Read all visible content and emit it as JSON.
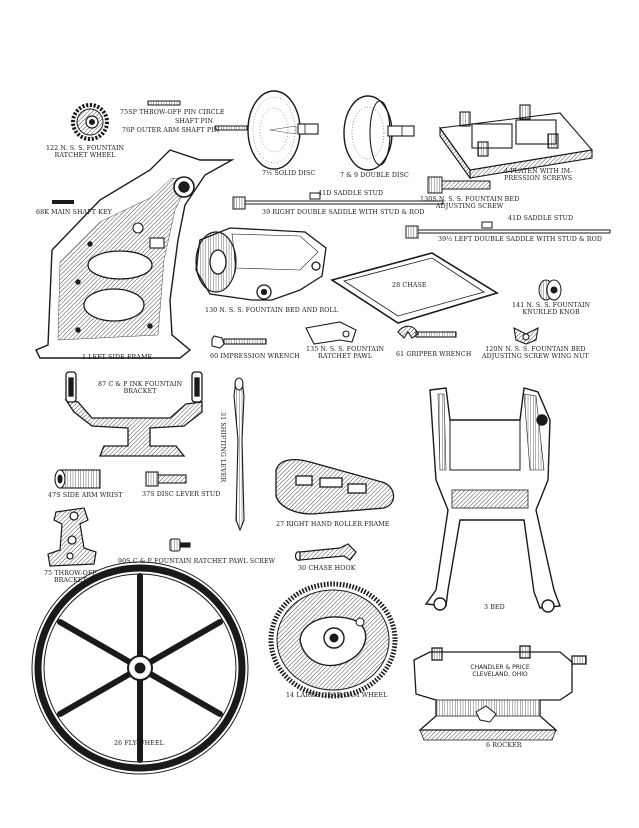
{
  "colors": {
    "ink": "#1a1a1a",
    "paper": "#ffffff"
  },
  "parts": {
    "ratchet_wheel": [
      "122 N. S. S. FOUNTAIN",
      "RATCHET WHEEL"
    ],
    "throw_off_pin": "75SP THROW-OFF PIN CIRCLE",
    "shaft_pin": "SHAFT PIN",
    "outer_arm_shaft_pin": "76P OUTER ARM  SHAFT PIN",
    "solid_disc": "7½ SOLID DISC",
    "double_disc": "7 & 9 DOUBLE DISC",
    "platen": [
      "4 PLATEN WITH IM-",
      "PRESSION SCREWS"
    ],
    "main_shaft_key": "68K MAIN SHAFT KEY",
    "saddle_stud_right": "41D SADDLE STUD",
    "right_double_saddle": "39 RIGHT DOUBLE SADDLE WITH STUD & ROD",
    "bed_adjusting_screw": [
      "130S N. S. S. FOUNTAIN BED",
      "ADJUSTING SCREW"
    ],
    "saddle_stud_left": "41D SADDLE STUD",
    "left_double_saddle": "39½ LEFT DOUBLE SADDLE WITH STUD & ROD",
    "chase": "28 CHASE",
    "knurled_knob": [
      "141 N. S. S. FOUNTAIN",
      "KNURLED KNOB"
    ],
    "fountain_bed_roll": "130 N. S. S. FOUNTAIN BED AND ROLL",
    "left_side_frame": "1 LEFT SIDE FRAME",
    "impression_wrench": "60 IMPRESSION WRENCH",
    "ratchet_pawl": [
      "135 N. S. S. FOUNTAIN",
      "RATCHET PAWL"
    ],
    "gripper_wrench": "61 GRIPPER WRENCH",
    "wing_nut": [
      "120N N. S. S. FOUNTAIN BED",
      "ADJUSTING SCREW WING NUT"
    ],
    "ink_fountain_bracket": [
      "87 C & P INK FOUNTAIN",
      "BRACKET"
    ],
    "shifting_lever": "31 SHIFTING LEVER",
    "side_arm_wrist": "47S SIDE ARM WRIST",
    "disc_lever_stud": "37S DISC LEVER STUD",
    "roller_frame": "27 RIGHT HAND ROLLER FRAME",
    "bed": "3 BED",
    "throw_off_bracket": [
      "75 THROW-OFF",
      "BRACKET"
    ],
    "ratchet_pawl_screw": "90S C & P FOUNTAIN RATCHET PAWL SCREW",
    "chase_hook": "30 CHASE HOOK",
    "fly_wheel": "26 FLY-WHEEL",
    "cam_wheel": "14 LARGE GEAR CAM WHEEL",
    "rocker": "6 ROCKER",
    "rocker_plate": [
      "CHANDLER & PRICE",
      "CLEVELAND, OHIO"
    ]
  }
}
